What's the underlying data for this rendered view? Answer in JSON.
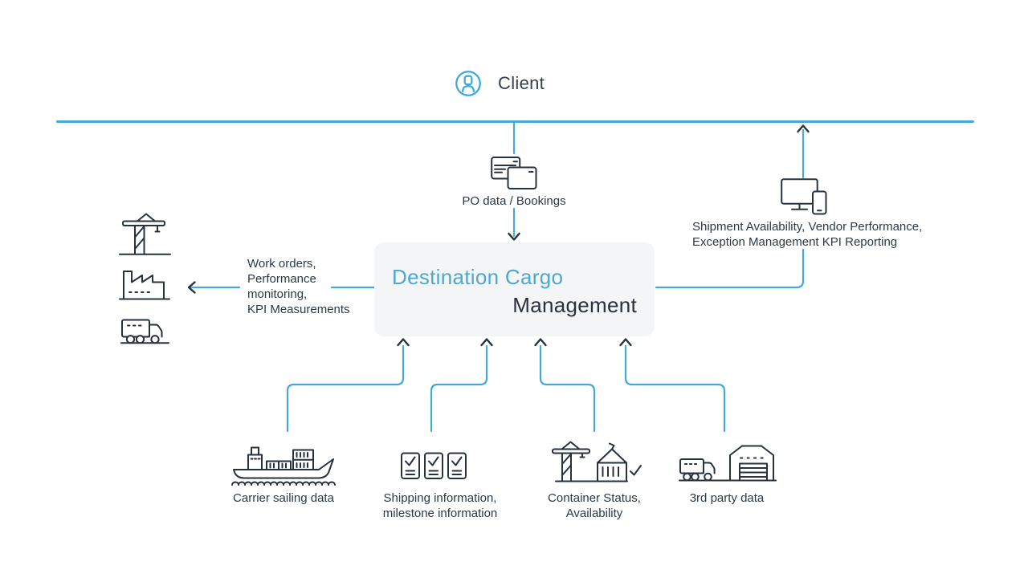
{
  "colors": {
    "accent_blue": "#44A9D4",
    "icon_blue": "#3FA9D5",
    "box_title_blue": "#4FA8CE",
    "navy_text": "#2C3945",
    "icon_navy": "#26323E",
    "box_fill": "#F4F5F6",
    "background": "#FFFFFF"
  },
  "client": {
    "label": "Client"
  },
  "po_input": {
    "label": "PO data / Bookings"
  },
  "center_box": {
    "line1": "Destination Cargo",
    "line2": "Management"
  },
  "right_output": {
    "line1": "Shipment Availability, Vendor Performance,",
    "line2": "Exception Management KPI Reporting"
  },
  "left_output": {
    "line1": "Work orders,",
    "line2": "Performance",
    "line3": "monitoring,",
    "line4": "KPI Measurements"
  },
  "sources": {
    "carrier": {
      "label": "Carrier sailing data"
    },
    "shipping": {
      "line1": "Shipping information,",
      "line2": "milestone information"
    },
    "container": {
      "line1": "Container Status,",
      "line2": "Availability"
    },
    "third_party": {
      "label": "3rd party data"
    }
  },
  "icons": {
    "client": "user-circle-icon",
    "po_input": "booking-cards-icon",
    "right_output": "desktop-mobile-icon",
    "left_output": [
      "port-crane-icon",
      "factory-icon",
      "cargo-truck-icon"
    ],
    "carrier": "container-ship-icon",
    "shipping": "checklist-documents-icon",
    "container": "crane-lifting-container-icon",
    "third_party": "truck-warehouse-icon"
  }
}
